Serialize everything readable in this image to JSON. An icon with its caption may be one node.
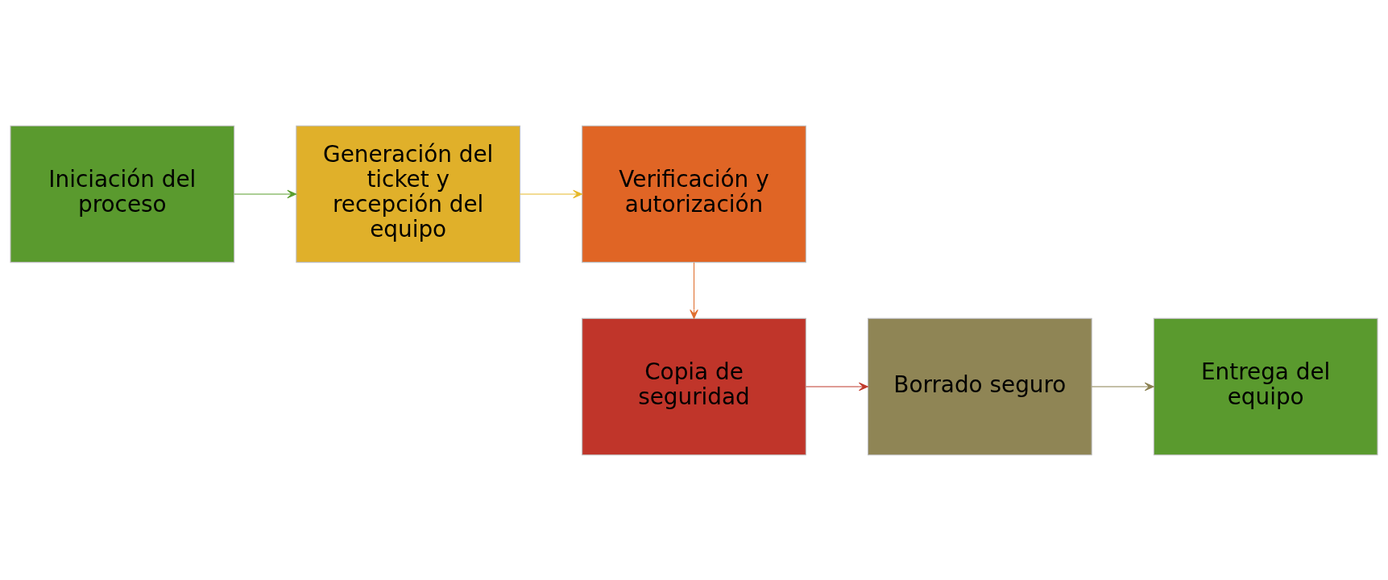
{
  "diagram": {
    "nodes": [
      {
        "text": [
          "Iniciación del proceso"
        ]
      },
      {
        "text": [
          "Generación del ticket y recepción del equipo"
        ]
      },
      {
        "text": [
          "Verificación y autorización"
        ]
      },
      {
        "text": [
          "Copia de seguridad"
        ]
      },
      {
        "text": [
          "Borrado seguro"
        ]
      },
      {
        "text": [
          "Entrega del equipo"
        ]
      }
    ],
    "edges": [
      {
        "from": 0,
        "to": 1,
        "arrow": "to",
        "color": "#5a9e2f"
      },
      {
        "from": 1,
        "to": 2,
        "arrow": "to",
        "color": "#e6b82a"
      },
      {
        "from": 2,
        "to": 3,
        "arrow": "to",
        "color": "#e07030"
      },
      {
        "from": 3,
        "to": 4,
        "arrow": "to",
        "color": "#c0392b"
      },
      {
        "from": 4,
        "to": 5,
        "arrow": "to",
        "color": "#8a8050"
      }
    ]
  }
}
